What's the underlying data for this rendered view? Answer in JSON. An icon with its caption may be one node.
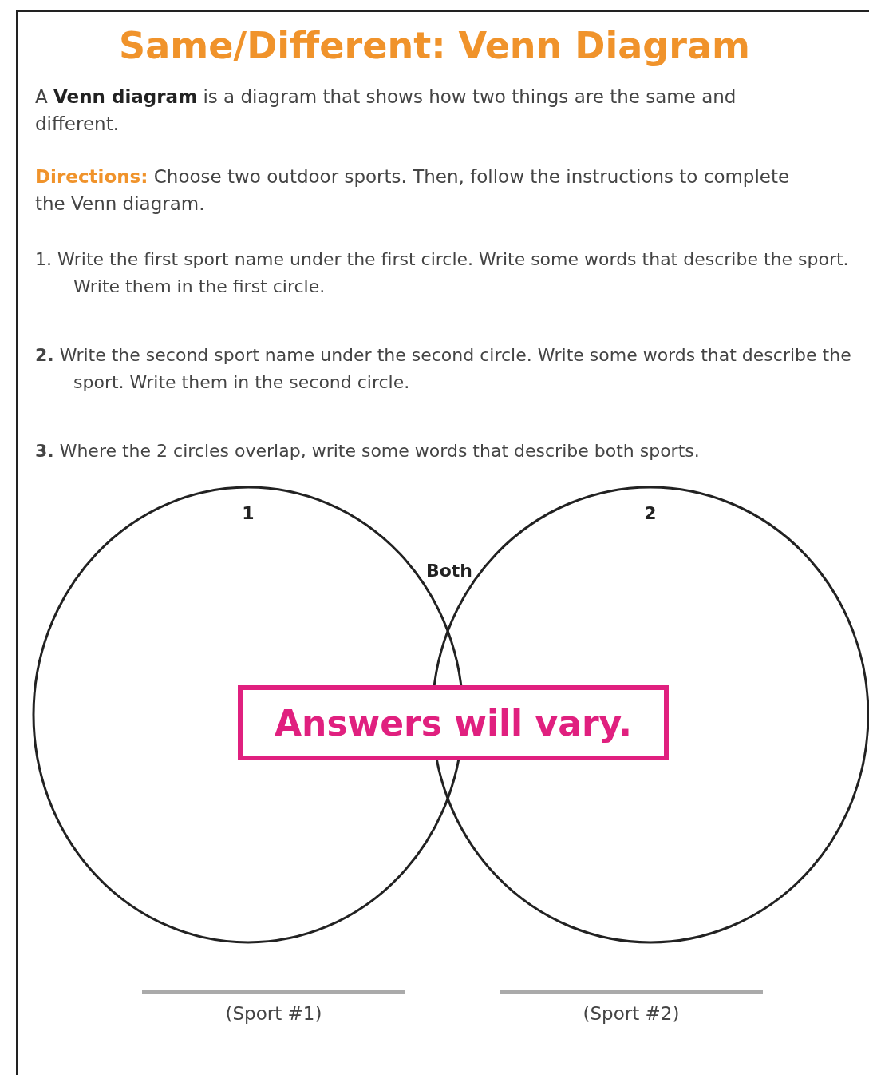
{
  "diagram": {
    "title": "Same/Different: Venn Diagram",
    "nodes": [
      {
        "text": [
          "1"
        ]
      },
      {
        "text": [
          "2"
        ]
      },
      {
        "text": [
          "Answers will vary."
        ]
      }
    ],
    "edges": [],
    "labels": [
      "A **Venn diagram** is a diagram that shows how two things are the same and different.",
      "**Directions:** Choose two outdoor sports. Then, follow the instructions to complete the Venn diagram.",
      "1. Write the first sport name under the first circle. Write some words that describe the sport. Write them in the first circle.",
      "**2.** Write the second sport name under the second circle. Write some words that describe the sport. Write them in the second circle.",
      "**3.** Where the 2 circles overlap, write some words that describe both sports.",
      "Both",
      "(Sport #1)",
      "(Sport #2)"
    ]
  }
}
